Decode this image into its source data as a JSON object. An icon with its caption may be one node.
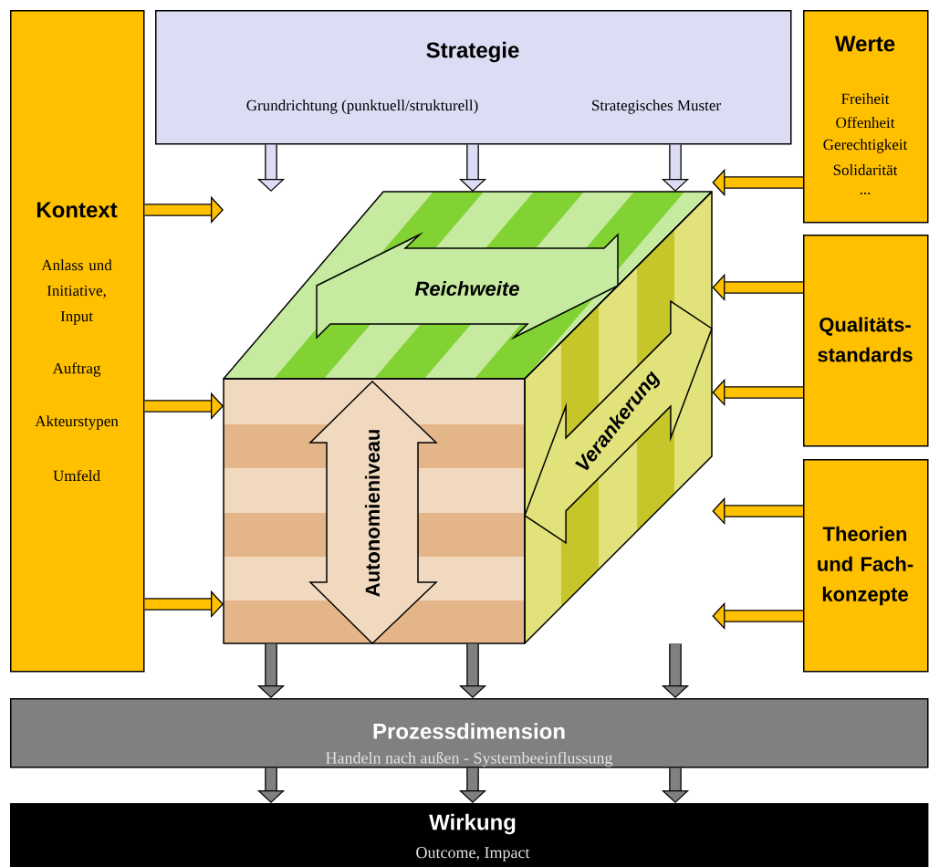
{
  "diagram": {
    "nodes": [
      {
        "text": [
          "Kontext",
          "Anlass und Initiative, Input",
          "Auftrag",
          "Akteurstypen",
          "Umfeld"
        ]
      },
      {
        "text": [
          "Strategie",
          "Grundrichtung (punktuell/strukturell)",
          "Strategisches Muster"
        ]
      },
      {
        "text": [
          "Werte",
          "Freiheit",
          "Offenheit",
          "Gerechtigkeit",
          "Solidarität",
          "..."
        ]
      },
      {
        "text": [
          "Qualitäts- standards"
        ]
      },
      {
        "text": [
          "Theorien und Fach- konzepte"
        ]
      },
      {
        "text": [],
        "shape": "cube"
      },
      {
        "text": [
          "Reichweite"
        ],
        "in": 5
      },
      {
        "text": [
          "Autonomieniveau"
        ],
        "in": 5
      },
      {
        "text": [
          "Verankerung"
        ],
        "in": 5
      },
      {
        "text": [
          "Prozessdimension",
          "Handeln nach außen - Systembeeinflussung"
        ]
      },
      {
        "text": [
          "Wirkung",
          "Outcome, Impact"
        ]
      }
    ],
    "edges": [
      {
        "from": 1,
        "to": 5,
        "arrow": "to"
      },
      {
        "from": 1,
        "to": 5,
        "arrow": "to"
      },
      {
        "from": 1,
        "to": 5,
        "arrow": "to"
      },
      {
        "from": 0,
        "to": 5,
        "arrow": "to"
      },
      {
        "from": 0,
        "to": 5,
        "arrow": "to"
      },
      {
        "from": 0,
        "to": 5,
        "arrow": "to"
      },
      {
        "from": 2,
        "to": 5,
        "arrow": "to"
      },
      {
        "from": 3,
        "to": 5,
        "arrow": "to"
      },
      {
        "from": 3,
        "to": 5,
        "arrow": "to"
      },
      {
        "from": 4,
        "to": 5,
        "arrow": "to"
      },
      {
        "from": 4,
        "to": 5,
        "arrow": "to"
      },
      {
        "from": 5,
        "to": 9,
        "arrow": "to"
      },
      {
        "from": 5,
        "to": 9,
        "arrow": "to"
      },
      {
        "from": 5,
        "to": 9,
        "arrow": "to"
      },
      {
        "from": 9,
        "to": 10,
        "arrow": "to"
      },
      {
        "from": 9,
        "to": 10,
        "arrow": "to"
      },
      {
        "from": 9,
        "to": 10,
        "arrow": "to"
      }
    ]
  }
}
